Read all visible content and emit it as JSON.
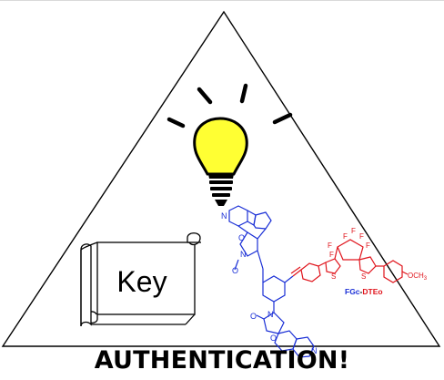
{
  "caption": "AUTHENTICATION!",
  "scroll_label": "Key",
  "molecule": {
    "label_part1": "FGc",
    "label_separator": "-",
    "label_part2": "DTEo",
    "substituent": "OCH",
    "substituent_subscript": "3",
    "nitrogen": "N",
    "oxygen": "O",
    "sulfur": "S",
    "fluorine": "F"
  },
  "colors": {
    "blue_fragment": "#1a2fd6",
    "red_fragment": "#e0141c",
    "bulb_fill": "#ffff33",
    "outline": "#000000",
    "top_rule": "#d9d9d9"
  }
}
